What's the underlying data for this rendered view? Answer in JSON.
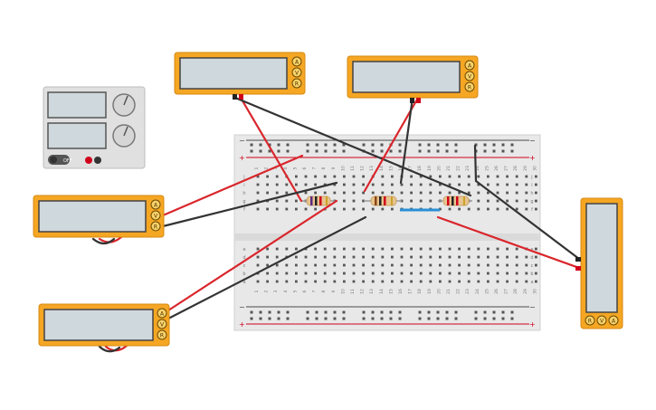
{
  "canvas": {
    "background": "#ffffff"
  },
  "colors": {
    "multimeter_body": "#f5a623",
    "multimeter_screen": "#cfd8dc",
    "breadboard": "#e8e8e8",
    "breadboard_rail_red": "#d0021b",
    "breadboard_rail_dark": "#4a4a4a",
    "wire_red": "#d9262c",
    "wire_black": "#333333",
    "resistor_body": "#e8c48f",
    "jumper_blue": "#2a8fd6",
    "psu_body": "#e0e0e0"
  },
  "power_supply": {
    "switch_label": "OFF",
    "knob_icons": [
      "voltage-knob-icon",
      "current-knob-icon"
    ]
  },
  "multimeters": [
    {
      "id": "mm1",
      "buttons": [
        "A",
        "V",
        "R"
      ],
      "orientation": "horizontal"
    },
    {
      "id": "mm2",
      "buttons": [
        "A",
        "V",
        "R"
      ],
      "orientation": "horizontal"
    },
    {
      "id": "mm3",
      "buttons": [
        "A",
        "V",
        "R"
      ],
      "orientation": "horizontal"
    },
    {
      "id": "mm4",
      "buttons": [
        "A",
        "V",
        "R"
      ],
      "orientation": "horizontal"
    },
    {
      "id": "mm5",
      "buttons": [
        "R",
        "V",
        "A"
      ],
      "orientation": "vertical"
    }
  ],
  "breadboard": {
    "top_rail_signs": [
      "−",
      "+"
    ],
    "bottom_rail_signs": [
      "−",
      "+"
    ],
    "row_letters_top": [
      "j",
      "i",
      "h",
      "g",
      "f"
    ],
    "row_letters_bottom": [
      "e",
      "d",
      "c",
      "b",
      "a"
    ],
    "column_numbers": [
      "1",
      "2",
      "3",
      "4",
      "5",
      "6",
      "7",
      "8",
      "9",
      "10",
      "11",
      "12",
      "13",
      "14",
      "15",
      "16",
      "17",
      "18",
      "19",
      "20",
      "21",
      "22",
      "23",
      "24",
      "25",
      "26",
      "27",
      "28",
      "29",
      "30"
    ]
  }
}
